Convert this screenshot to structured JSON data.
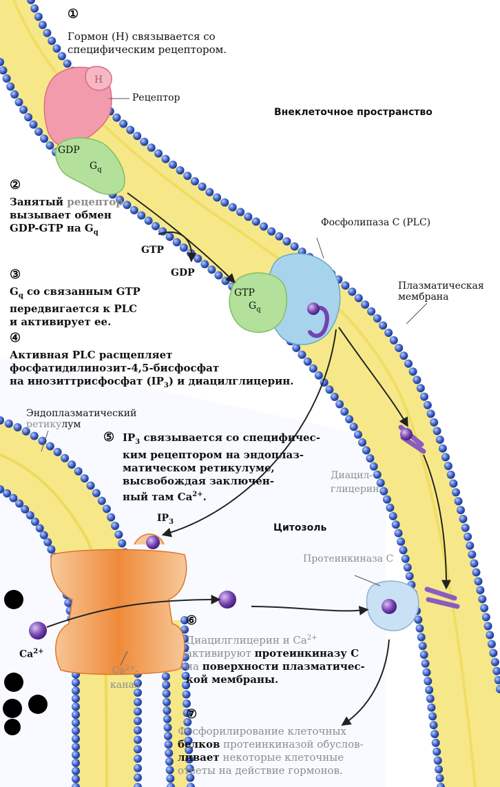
{
  "region_labels": {
    "extracellular": "Внеклеточное пространство",
    "cytosol": "Цитозоль"
  },
  "structure_labels": {
    "hormone": "H",
    "receptor": "Рецептор",
    "gdp_protein": "GDP",
    "gq_protein": "G",
    "gq_sub": "q",
    "gtp_protein": "GTP",
    "gtp_gq": "G",
    "gtp_gq_sub": "q",
    "gtp_arrow": "GTP",
    "gdp_arrow": "GDP",
    "plc": "Фосфолипаза С (PLC)",
    "plasma_membrane_1": "Плазматическая",
    "plasma_membrane_2": "мембрана",
    "er_1": "Эндоплазматический",
    "er_2a": "ретику",
    "er_2b": "лум",
    "diacyl_1": "Диацил-",
    "diacyl_2": "глицерин",
    "pkc": "Протеинкиназа С",
    "ip3": "IP",
    "ip3_sub": "3",
    "ca_ion": "Ca",
    "ca_sup": "2+",
    "channel_1": "Ca",
    "channel_sup": "2+",
    "channel_1b": "-",
    "channel_2": "канал"
  },
  "steps": [
    {
      "num": "①",
      "lines": [
        "Гормон (H) связывается со",
        "специфическим рецептором."
      ]
    },
    {
      "num": "②",
      "lines": [
        "Занятый рецептор",
        "вызывает обмен",
        "GDP-GTP на G"
      ],
      "gray_word": "рецептор",
      "sub": "q"
    },
    {
      "num": "③",
      "lines": [
        "G",
        "со связанным GTP",
        "передвигается к PLC",
        "и активирует ее."
      ],
      "sub": "q"
    },
    {
      "num": "④",
      "lines": [
        "Активная PLC расщепляет",
        "фосфатидилинозит-4,5-бисфосфат",
        "на инозиттрисфосфат (IP",
        ") и диацилглицерин."
      ],
      "sub": "3"
    },
    {
      "num": "⑤",
      "lines": [
        "IP",
        "связывается со специфичес-",
        "ким рецептором на эндоплаз-",
        "матическом ретикулуме,",
        "высвобождая заключен-",
        "ный там  Ca"
      ],
      "sub": "3",
      "sup": "2+"
    },
    {
      "num": "⑥",
      "lines": [
        "Диацилглицерин и Ca",
        "активируют",
        "протеинкиназу С",
        "на",
        "поверхности плазматичес-",
        "кой мембраны."
      ],
      "sup": "2+"
    },
    {
      "num": "⑦",
      "lines": [
        "Фосфорилирование клеточных",
        "белков",
        "протеинкиназой обуслов-",
        "ливает",
        "некоторые клеточные",
        "ответы на действие гормонов."
      ]
    }
  ],
  "colors": {
    "membrane_yellow": "#f5e77a",
    "head_blue": "#3a63c8",
    "receptor_pink": "#f08a9c",
    "gq_green": "#a8d98a",
    "plc_blue": "#9ccde8",
    "channel_orange": "#f39a4c",
    "ip3_purple": "#7a4aa8",
    "ca_black": "#000000"
  }
}
